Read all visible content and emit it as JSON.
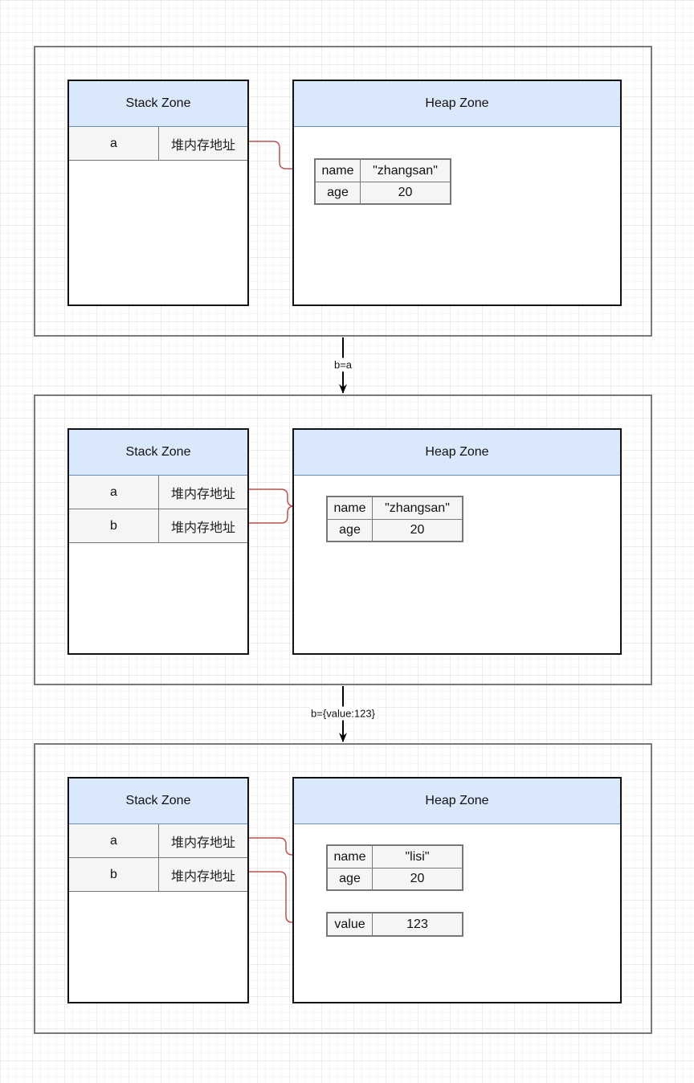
{
  "zones": {
    "stack_title": "Stack Zone",
    "heap_title": "Heap Zone"
  },
  "states": [
    {
      "stack": [
        {
          "name": "a",
          "value": "堆内存地址"
        }
      ],
      "heap": [
        {
          "fields": [
            {
              "key": "name",
              "value": "\"zhangsan\""
            },
            {
              "key": "age",
              "value": "20"
            }
          ]
        }
      ]
    },
    {
      "stack": [
        {
          "name": "a",
          "value": "堆内存地址"
        },
        {
          "name": "b",
          "value": "堆内存地址"
        }
      ],
      "heap": [
        {
          "fields": [
            {
              "key": "name",
              "value": "\"zhangsan\""
            },
            {
              "key": "age",
              "value": "20"
            }
          ]
        }
      ]
    },
    {
      "stack": [
        {
          "name": "a",
          "value": "堆内存地址"
        },
        {
          "name": "b",
          "value": "堆内存地址"
        }
      ],
      "heap": [
        {
          "fields": [
            {
              "key": "name",
              "value": "\"lisi\""
            },
            {
              "key": "age",
              "value": "20"
            }
          ]
        },
        {
          "fields": [
            {
              "key": "value",
              "value": "123"
            }
          ]
        }
      ]
    }
  ],
  "transitions": [
    {
      "label": "b=a"
    },
    {
      "label": "b={value:123}"
    }
  ],
  "colors": {
    "header_fill": "#dae8fc",
    "header_border": "#6c8ebf",
    "reference_arrow": "#b85450",
    "transition_arrow": "#000000"
  }
}
